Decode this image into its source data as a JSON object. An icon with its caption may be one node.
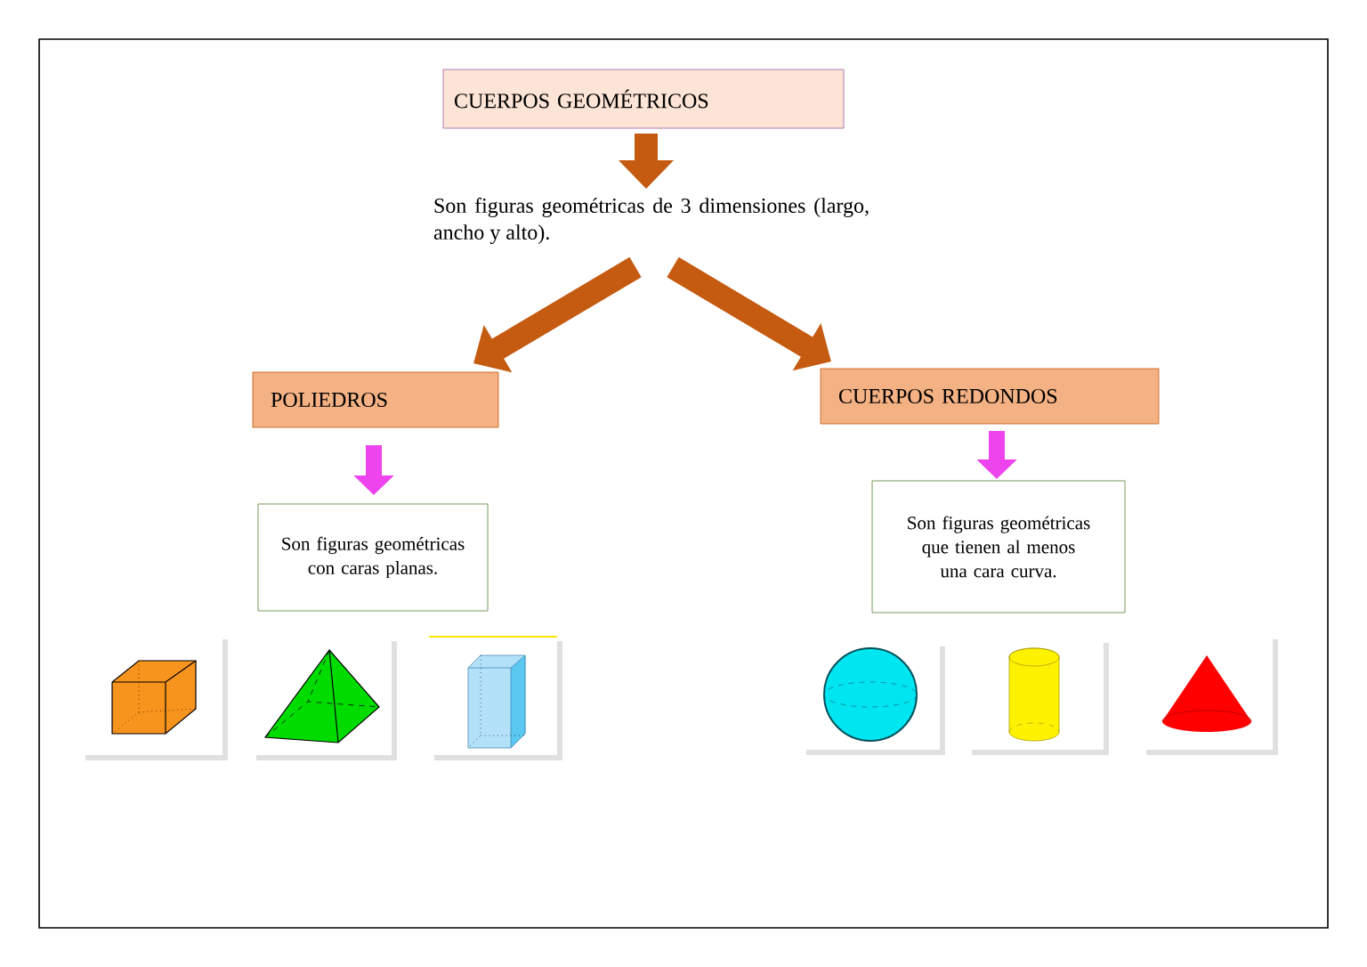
{
  "diagram": {
    "nodes": [
      {
        "text": [
          "CUERPOS GEOMÉTRICOS"
        ]
      },
      {
        "text": [
          "Son figuras geométricas de 3 dimensiones (largo, ancho y alto)."
        ]
      },
      {
        "text": [
          "POLIEDROS"
        ]
      },
      {
        "text": [
          "CUERPOS REDONDOS"
        ]
      },
      {
        "text": [
          "Son figuras geométricas con caras planas."
        ]
      },
      {
        "text": [
          "Son figuras geométricas que tienen al menos una cara curva."
        ]
      }
    ],
    "edges": [
      {
        "from": 0,
        "to": 1,
        "arrow": "to"
      },
      {
        "from": 1,
        "to": 2,
        "arrow": "to"
      },
      {
        "from": 1,
        "to": 3,
        "arrow": "to"
      },
      {
        "from": 2,
        "to": 4,
        "arrow": "to",
        "color": "#ee44ee"
      },
      {
        "from": 3,
        "to": 5,
        "arrow": "to",
        "color": "#ee44ee"
      }
    ]
  }
}
